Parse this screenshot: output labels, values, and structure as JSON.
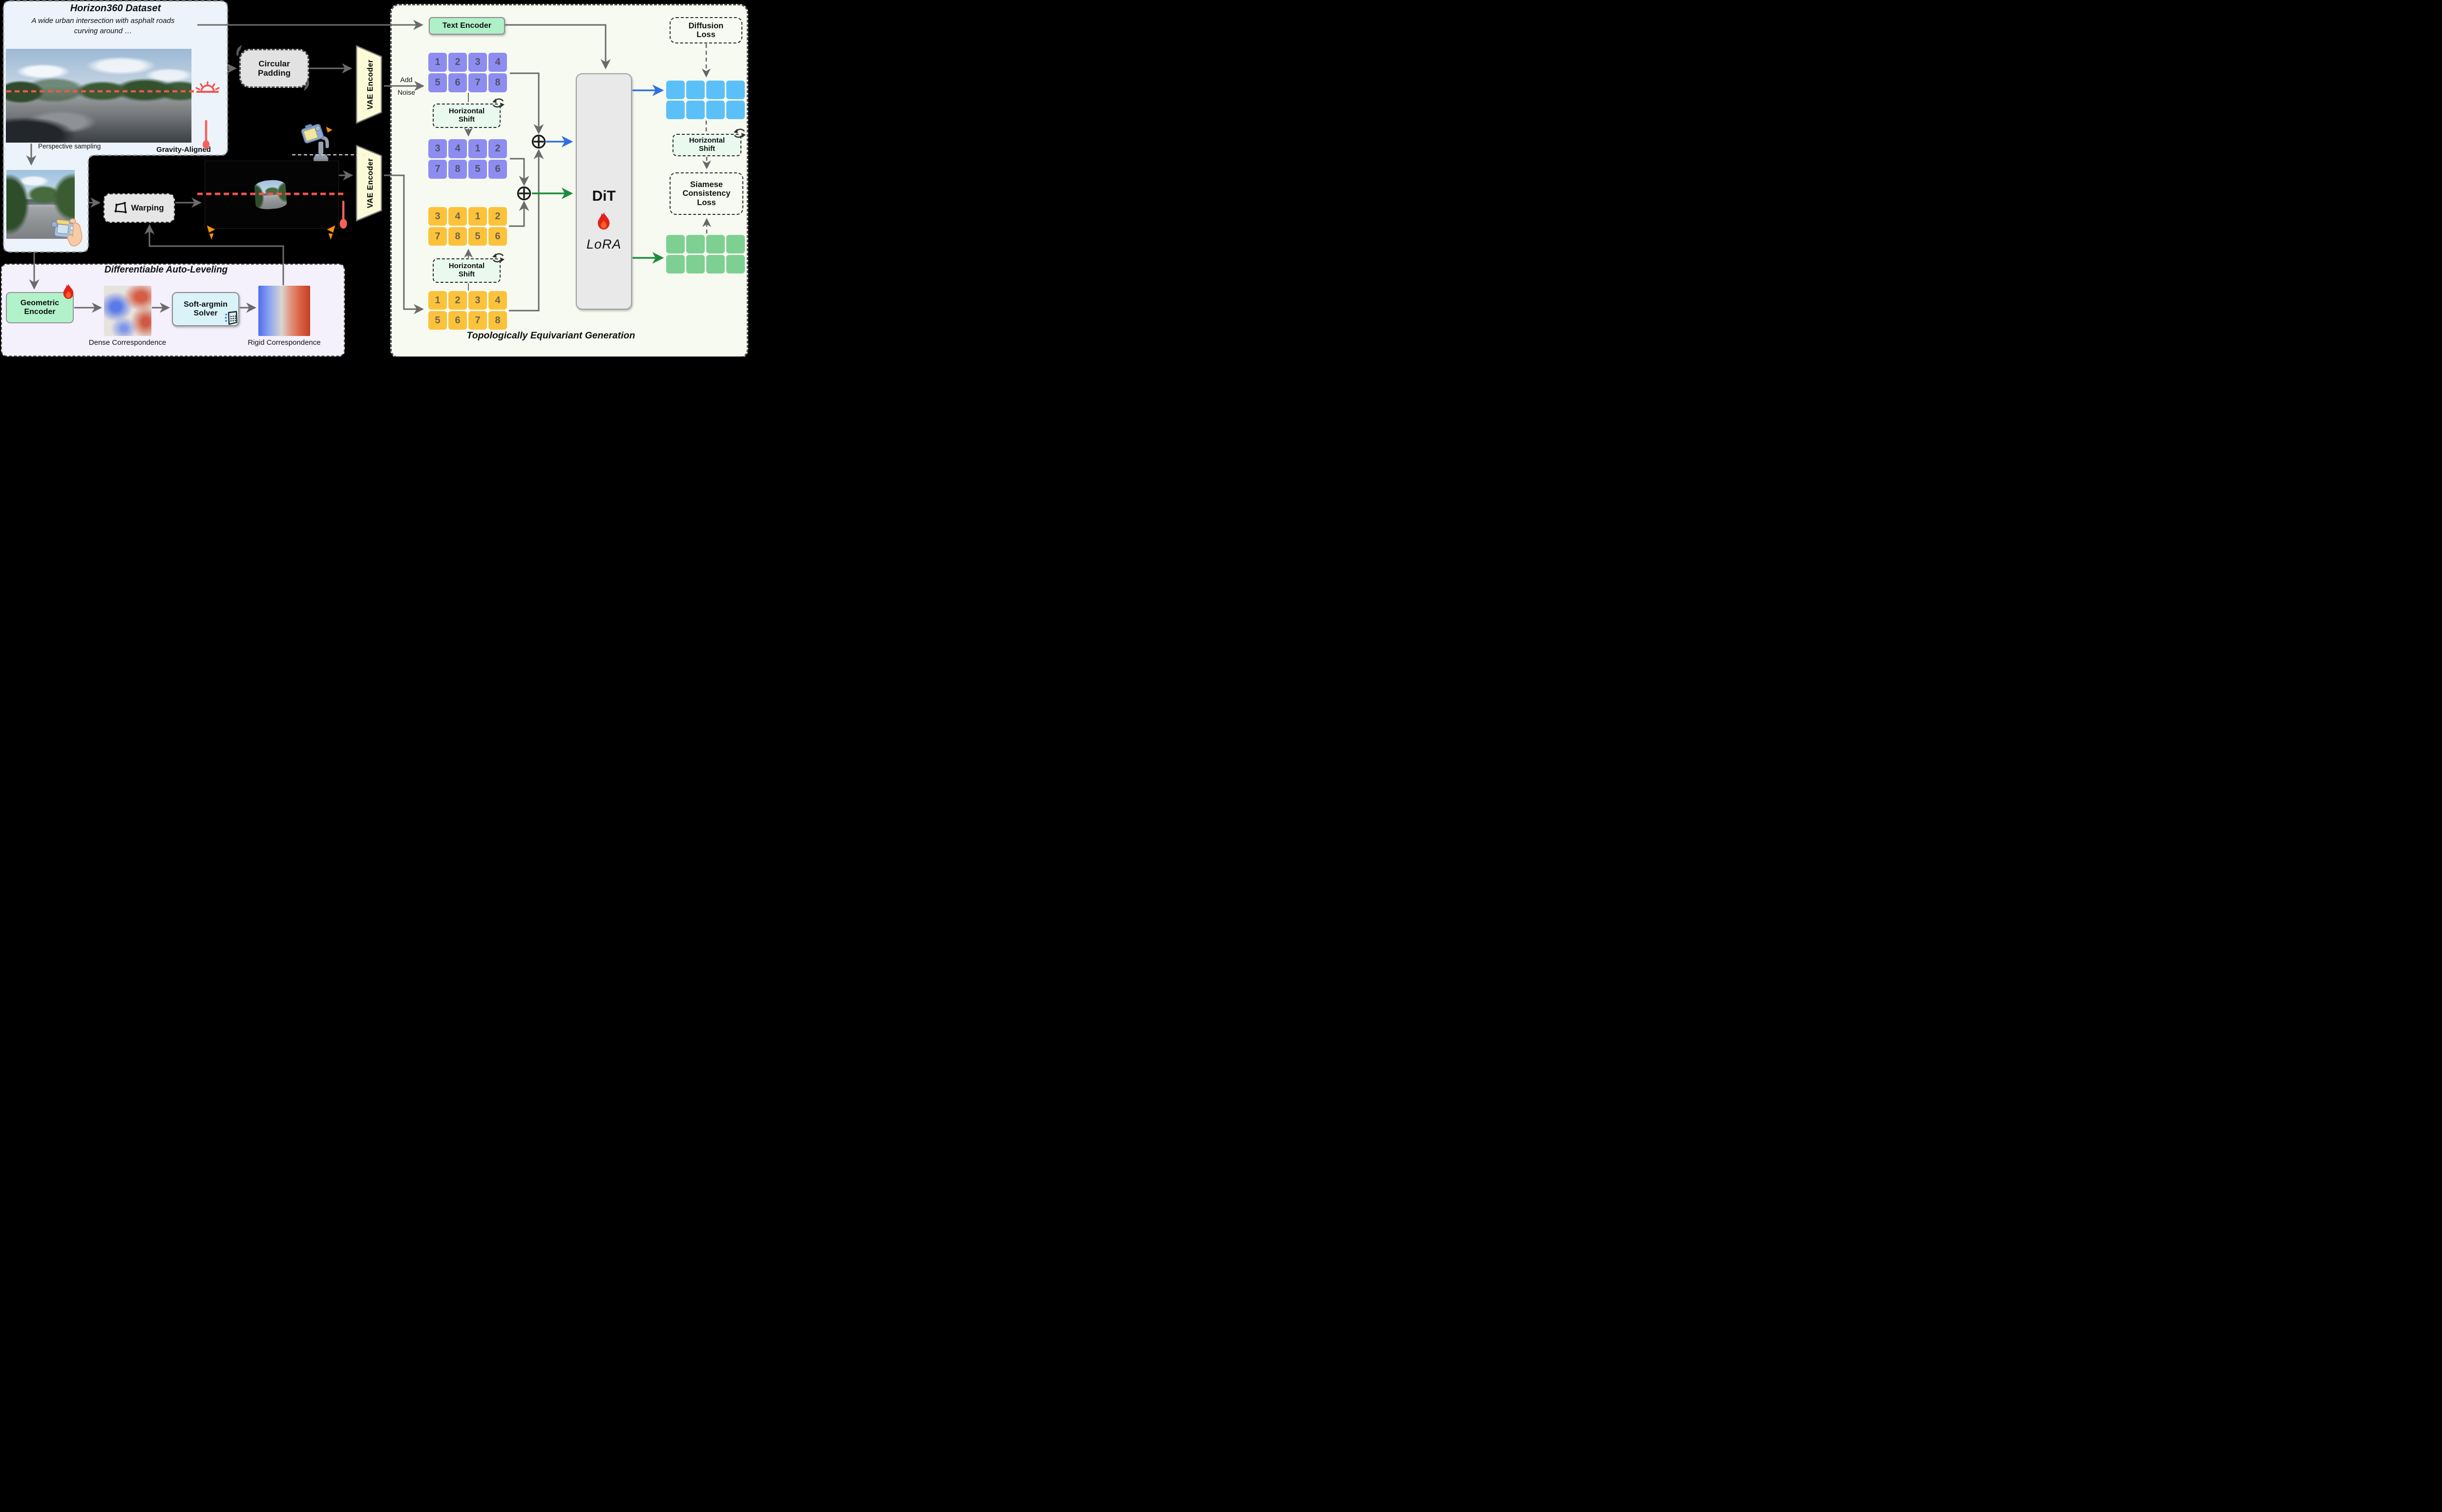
{
  "dataset_box": {
    "title": "Horizon360 Dataset",
    "caption_line1": "A wide urban intersection with asphalt roads",
    "caption_line2": "curving around …",
    "perspective_label": "Perspective sampling",
    "gravity_label": "Gravity-Aligned"
  },
  "modules": {
    "circular_padding": [
      "Circular",
      "Padding"
    ],
    "vae_encoder": "VAE Encoder",
    "text_encoder": "Text Encoder",
    "add_noise": [
      "Add",
      "Noise"
    ],
    "warping": "Warping",
    "horizontal_shift": [
      "Horizontal",
      "Shift"
    ],
    "dit": "DiT",
    "lora": "LoRA"
  },
  "losses": {
    "diffusion": [
      "Diffusion",
      "Loss"
    ],
    "siamese": [
      "Siamese",
      "Consistency",
      "Loss"
    ]
  },
  "generation_caption": "Topologically Equivariant Generation",
  "auto_leveling": {
    "title": "Differentiable Auto-Leveling",
    "geometric_encoder": [
      "Geometric",
      "Encoder"
    ],
    "soft_argmin": [
      "Soft-argmin",
      "Solver"
    ],
    "dense_label": "Dense Correspondence",
    "rigid_label": "Rigid Correspondence"
  },
  "grids": {
    "noisy_latent": [
      "1",
      "2",
      "3",
      "4",
      "5",
      "6",
      "7",
      "8"
    ],
    "shifted_latent": [
      "3",
      "4",
      "1",
      "2",
      "7",
      "8",
      "5",
      "6"
    ],
    "warped_latent": [
      "1",
      "2",
      "3",
      "4",
      "5",
      "6",
      "7",
      "8"
    ],
    "warped_shifted_latent": [
      "3",
      "4",
      "1",
      "2",
      "7",
      "8",
      "5",
      "6"
    ]
  },
  "icons": {
    "sun": "sunrise-icon",
    "plumb": "plumb-bob-icon",
    "camera_tripod": "camera-tripod-icon",
    "hand_camera": "hand-camera-icon",
    "flame": "flame-icon",
    "cycle": "cycle-arrows-icon",
    "warp": "warp-quad-icon",
    "solver_doc": "solver-doc-icon",
    "xor": "xor-plus-icon"
  },
  "colors": {
    "latent_purple": "#8d8df1",
    "latent_yellow": "#fbc23a",
    "output_sky": "#5cc0f8",
    "output_green": "#7ed092",
    "arrow_blue": "#2f6fe4",
    "arrow_green": "#1f8a3d",
    "accent_red": "#f4544c",
    "mint_green": "#aff0c9",
    "vae_yellow": "#fbfbd8"
  }
}
